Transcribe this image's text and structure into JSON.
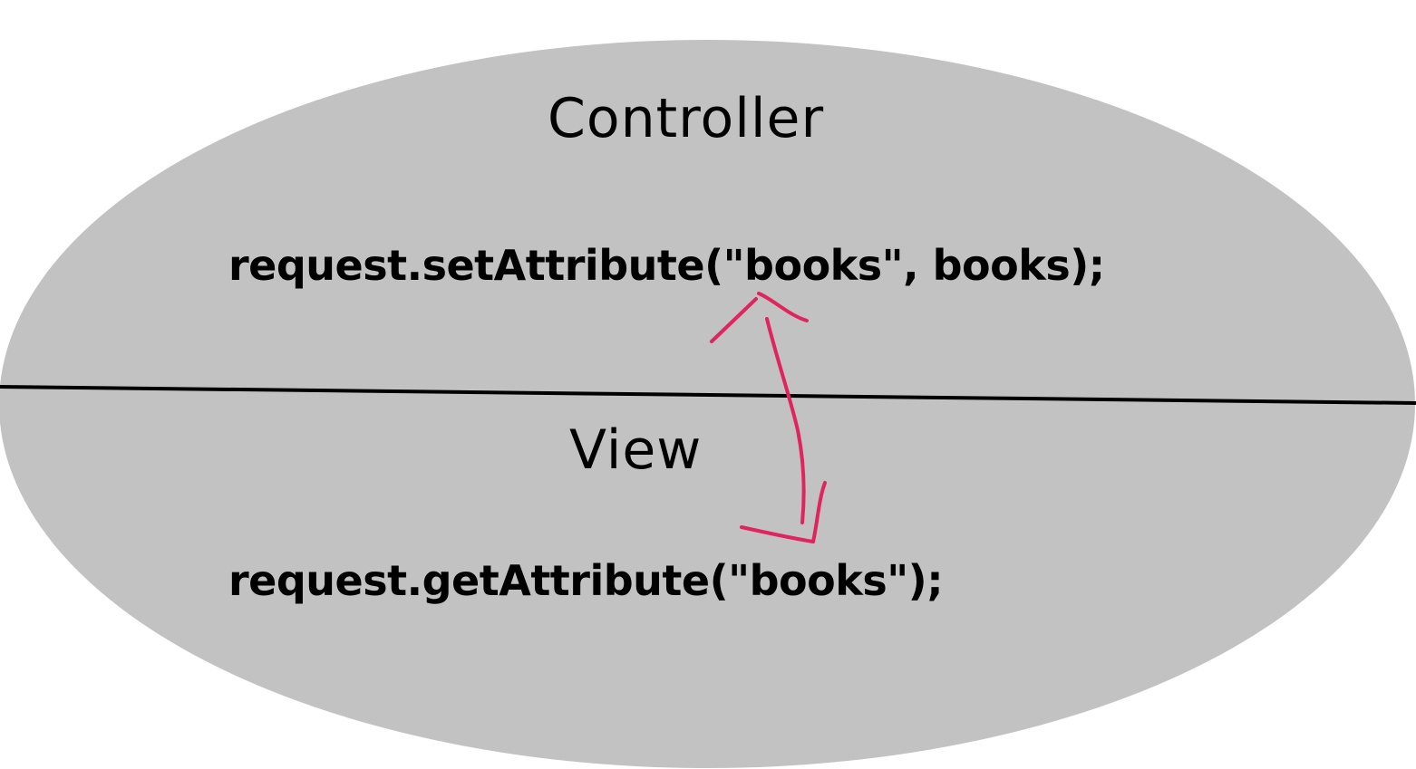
{
  "colors": {
    "background": "#ffffff",
    "ellipse_fill": "#c2c2c2",
    "divider": "#000000",
    "text": "#000000",
    "arrow": "#e0245e"
  },
  "controller": {
    "title": "Controller",
    "code": "request.setAttribute(\"books\", books);"
  },
  "view": {
    "title": "View",
    "code": "request.getAttribute(\"books\");"
  },
  "connector": {
    "style": "hand-drawn arrow",
    "from": "view",
    "to": "controller"
  }
}
